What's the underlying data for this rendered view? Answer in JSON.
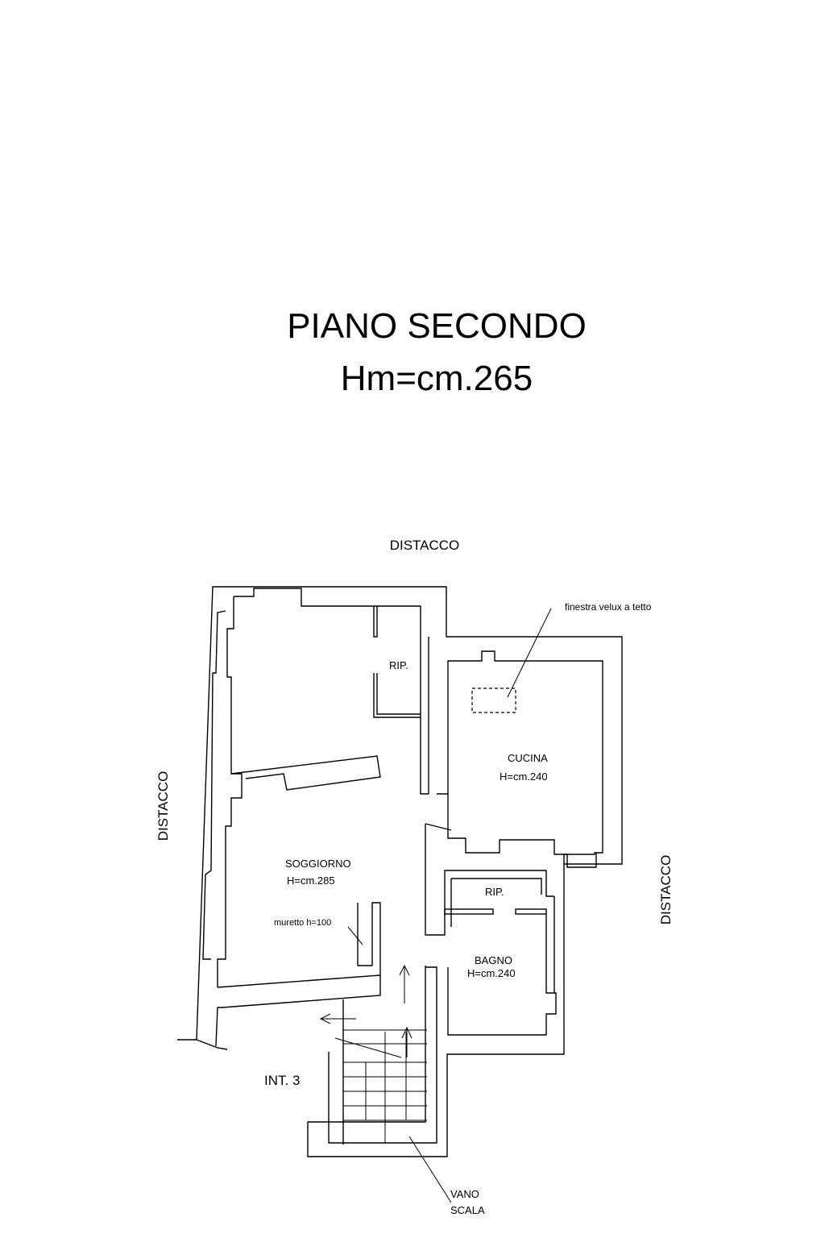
{
  "title": {
    "line1": "PIANO SECONDO",
    "line2": "Hm=cm.265"
  },
  "labels": {
    "distacco_top": "DISTACCO",
    "distacco_left": "DISTACCO",
    "distacco_right": "DISTACCO",
    "velux": "finestra velux a tetto",
    "rip1": "RIP.",
    "cucina": "CUCINA",
    "cucina_h": "H=cm.240",
    "soggiorno": "SOGGIORNO",
    "soggiorno_h": "H=cm.285",
    "rip2": "RIP.",
    "muretto": "muretto h=100",
    "bagno": "BAGNO",
    "bagno_h": "H=cm.240",
    "int": "INT. 3",
    "vano": "VANO",
    "scala": "SCALA"
  }
}
